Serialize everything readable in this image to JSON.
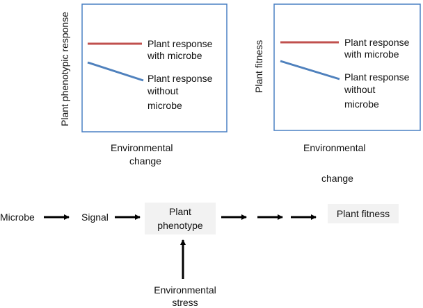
{
  "colors": {
    "panel_border": "#4a80c4",
    "with_microbe_line": "#c0504d",
    "without_microbe_line": "#4f81bd",
    "box_fill": "#f2f2f2",
    "arrow": "#000000"
  },
  "left_panel": {
    "ylabel": "Plant phenotypic response",
    "xlabel_line1": "Environmental",
    "xlabel_line2": "change",
    "legend_with_line1": "Plant response",
    "legend_with_line2": "with microbe",
    "legend_without_line1": "Plant response",
    "legend_without_line2": "without",
    "legend_without_line3": "microbe"
  },
  "right_panel": {
    "ylabel": "Plant fitness",
    "xlabel_line1": "Environmental",
    "xlabel_line2": "change",
    "legend_with_line1": "Plant response",
    "legend_with_line2": "with microbe",
    "legend_without_line1": "Plant response",
    "legend_without_line2": "without",
    "legend_without_line3": "microbe"
  },
  "flow": {
    "microbe": "Microbe",
    "signal": "Signal",
    "phenotype_line1": "Plant",
    "phenotype_line2": "phenotype",
    "fitness": "Plant fitness",
    "stress_line1": "Environmental",
    "stress_line2": "stress"
  }
}
